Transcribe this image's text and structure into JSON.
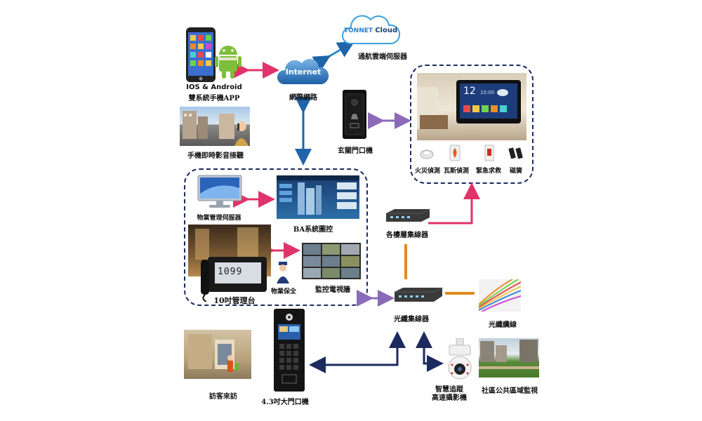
{
  "cloud": {
    "brand": "TONNET",
    "word": "Cloud",
    "label": "通航雲端伺服器"
  },
  "internet": {
    "word": "Internet",
    "label": "網際網路"
  },
  "mobile": {
    "label_line1": "IOS & Android",
    "label_line2": "雙系統手機APP"
  },
  "mobile_av": {
    "label": "手機即時影音接聽"
  },
  "door_station": {
    "label": "玄關門口機"
  },
  "home_panel": {
    "screen_clock": "12",
    "screen_weather": "10:00",
    "sensors": [
      {
        "label": "火災偵測",
        "icon": "smoke-detector-icon"
      },
      {
        "label": "瓦斯偵測",
        "icon": "gas-detector-icon"
      },
      {
        "label": "緊急求救",
        "icon": "sos-button-icon"
      },
      {
        "label": "磁簧",
        "icon": "magnetic-reed-icon"
      }
    ]
  },
  "management": {
    "server_label": "物業管理伺服器",
    "ba_label": "BA系統圖控",
    "console_label": "10吋管理台",
    "console_screen_text": "1099",
    "guard_label": "物業保全",
    "cctv_label": "監控電視牆"
  },
  "floor_switch": {
    "label": "各樓層集線器"
  },
  "fiber_switch": {
    "label": "光纖集線器"
  },
  "fiber_cable": {
    "label": "光纖纜線"
  },
  "lobby_station": {
    "label": "4.3吋大門口機"
  },
  "visitor": {
    "label": "訪客來訪"
  },
  "ptz_camera": {
    "label_line1": "智慧追蹤",
    "label_line2": "高速攝影機"
  },
  "community": {
    "label": "社區公共區域監視"
  },
  "colors": {
    "pink": "#e0336a",
    "blue": "#1f64a8",
    "navy": "#1c2a5e",
    "orange": "#e48a1c",
    "purple": "#8b6bb8"
  }
}
